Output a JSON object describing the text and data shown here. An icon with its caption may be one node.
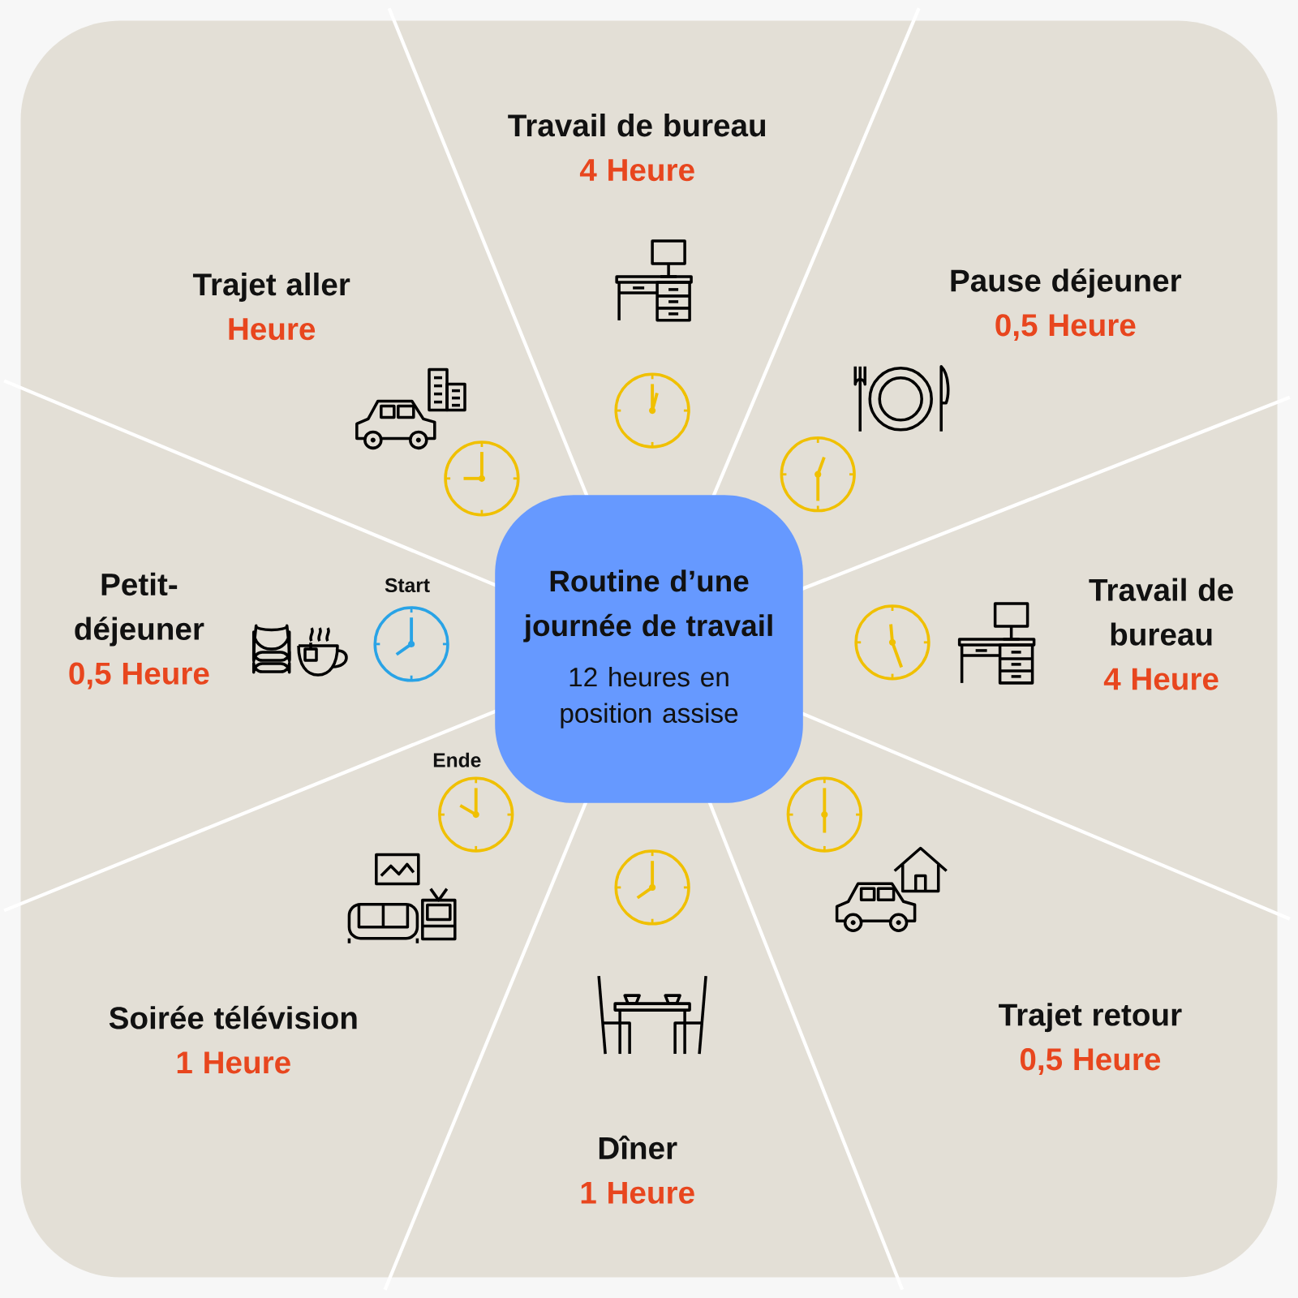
{
  "diagram": {
    "nodes": [
      {
        "text": [
          "Routine d’une journée de travail",
          "12 heures en position assise"
        ]
      },
      {
        "text": [
          "Travail de bureau",
          "4 Heure"
        ]
      },
      {
        "text": [
          "Pause déjeuner",
          "0,5 Heure"
        ]
      },
      {
        "text": [
          "Travail de bureau",
          "4 Heure"
        ]
      },
      {
        "text": [
          "Trajet retour",
          "0,5 Heure"
        ]
      },
      {
        "text": [
          "Dîner",
          "1 Heure"
        ]
      },
      {
        "text": [
          "Soirée télévision",
          "1 Heure"
        ]
      },
      {
        "text": [
          "Petit-déjeuner",
          "0,5 Heure"
        ]
      },
      {
        "text": [
          "Trajet aller",
          "Heure"
        ]
      }
    ],
    "labels": [
      "Start",
      "Ende"
    ]
  }
}
